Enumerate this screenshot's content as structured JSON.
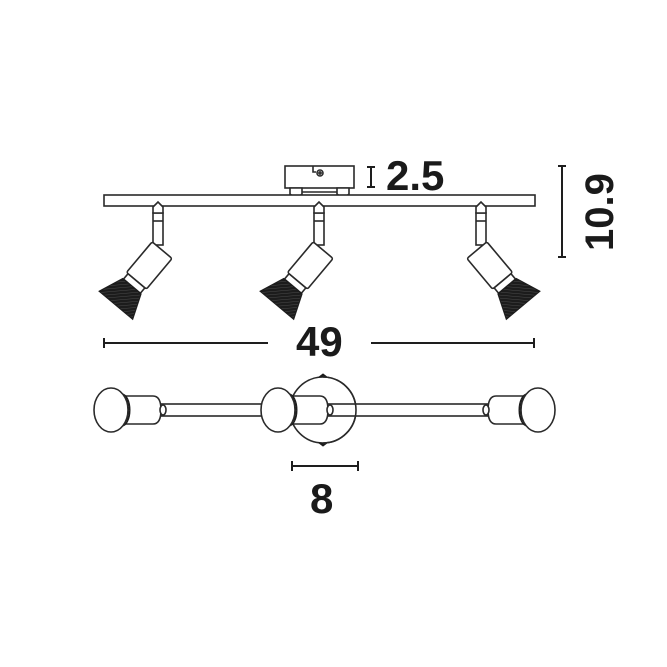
{
  "diagram": {
    "type": "technical-dimension-drawing",
    "subject": "3-spot ceiling track light fixture",
    "views": [
      {
        "name": "front-view",
        "spotlights": 3
      },
      {
        "name": "top-view",
        "spotlights": 3
      }
    ],
    "dimensions": {
      "canopy_height": "2.5",
      "total_height": "10.9",
      "total_width": "49",
      "canopy_diameter": "8"
    },
    "colors": {
      "line": "#2a2a2a",
      "fill_dark": "#1c1c1c",
      "background": "#ffffff"
    }
  }
}
